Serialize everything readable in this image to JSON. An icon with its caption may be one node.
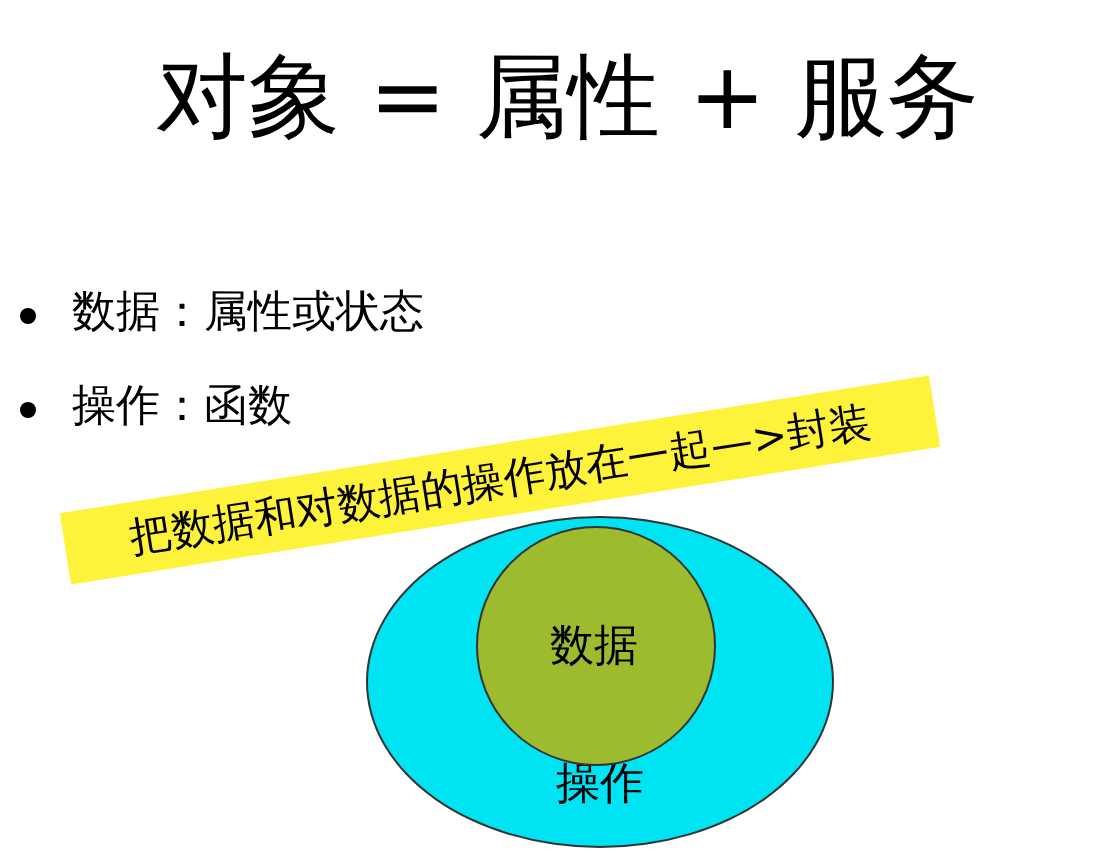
{
  "diagram": {
    "title": "对象 = 属性 + 服务",
    "nodes": [
      {
        "text": [
          "操作"
        ]
      },
      {
        "text": [
          "数据"
        ],
        "in": 0
      }
    ],
    "labels": [
      "数据：属性或状态",
      "操作：函数",
      "把数据和对数据的操作放在一起—>封装"
    ]
  }
}
